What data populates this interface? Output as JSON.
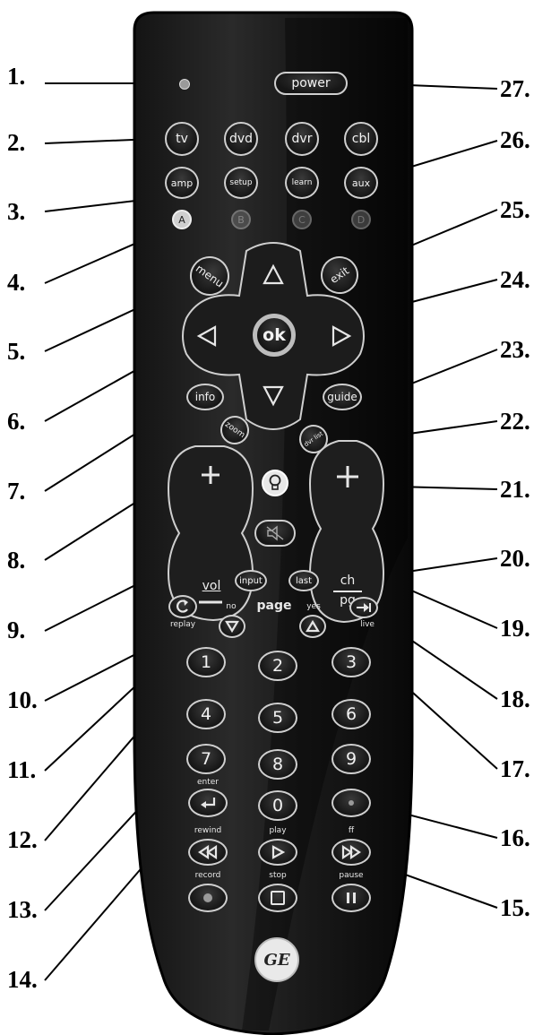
{
  "callouts": {
    "left": [
      "1.",
      "2.",
      "3.",
      "4.",
      "5.",
      "6.",
      "7.",
      "8.",
      "9.",
      "10.",
      "11.",
      "12.",
      "13.",
      "14."
    ],
    "right": [
      "27.",
      "26.",
      "25.",
      "24.",
      "23.",
      "22.",
      "21.",
      "20.",
      "19.",
      "18.",
      "17.",
      "16.",
      "15."
    ]
  },
  "buttons": {
    "power": "power",
    "tv": "tv",
    "dvd": "dvd",
    "dvr": "dvr",
    "cbl": "cbl",
    "amp": "amp",
    "setup": "setup",
    "learn": "learn",
    "aux": "aux",
    "a": "A",
    "b": "B",
    "c": "C",
    "d": "D",
    "menu": "menu",
    "exit": "exit",
    "ok": "ok",
    "info": "info",
    "guide": "guide",
    "zoom": "zoom",
    "dvrlist": "dvr list",
    "vol": "vol",
    "ch": "ch",
    "pg": "pg",
    "input": "input",
    "last": "last",
    "n1": "1",
    "n2": "2",
    "n3": "3",
    "n4": "4",
    "n5": "5",
    "n6": "6",
    "n7": "7",
    "n8": "8",
    "n9": "9",
    "n0": "0",
    "logo": "GE"
  },
  "captions": {
    "page": "page",
    "no": "no",
    "yes": "yes",
    "replay": "replay",
    "live": "live",
    "enter": "enter",
    "rewind": "rewind",
    "play": "play",
    "ff": "ff",
    "record": "record",
    "stop": "stop",
    "pause": "pause"
  },
  "colors": {
    "body": "#1c1c1c",
    "edge": "#000000",
    "ring": "#cfcfcf",
    "ok_ring": "#bdbdbd"
  }
}
